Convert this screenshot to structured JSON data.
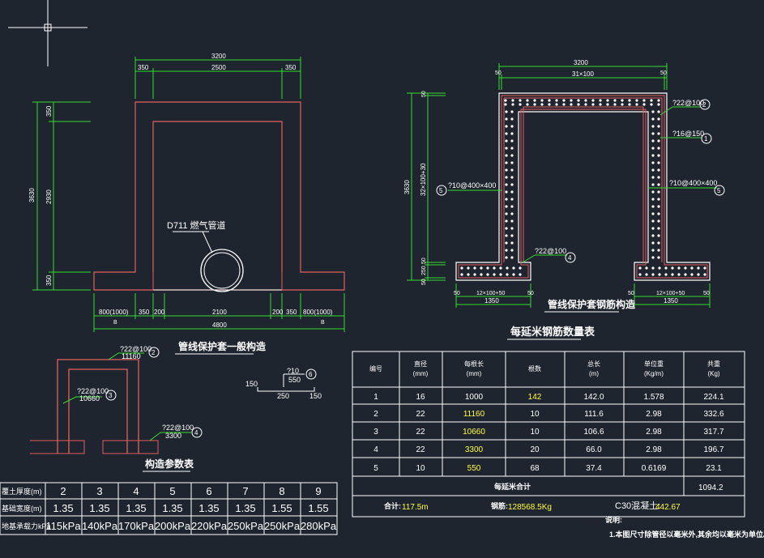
{
  "general": {
    "dim_total_top": "3200",
    "dim_top_left": "350",
    "dim_top_mid": "2500",
    "dim_top_right": "350",
    "dim_height_total": "3630",
    "dim_height_top": "350",
    "dim_height_mid": "2930",
    "dim_height_bottom": "350",
    "pipe_label": "D711 燃气管道",
    "dim_bottom": [
      "800(1000)",
      "350",
      "200",
      "2100",
      "200",
      "350",
      "800(1000)"
    ],
    "dim_bottom_b_left": "B",
    "dim_bottom_b_right": "B",
    "dim_bottom_total": "4800",
    "title": "管线保护套一般构造"
  },
  "rebar_drawing": {
    "dim_top_total": "3200",
    "dim_top_left": "50",
    "dim_top_mid": "31×100",
    "dim_top_right": "50",
    "dim_height_total": "3630",
    "dim_height_mid": "32×100+30",
    "dim_left_small": [
      "50",
      "250",
      "50",
      "50"
    ],
    "label_2": "?22@100",
    "label_1": "?16@150",
    "label_5_left": "?10@400×400",
    "label_5_right": "?10@400×400",
    "label_4": "?22@100",
    "dim_foot_left": "12×100+50",
    "dim_foot_left_total": "1350",
    "dim_foot_left_50a": "50",
    "dim_foot_left_50b": "50",
    "dim_foot_right": "12×100+50",
    "dim_foot_right_total": "1350",
    "dim_foot_right_50a": "50",
    "dim_foot_right_50b": "50",
    "title": "管线保护套钢筋构造"
  },
  "bar_shapes": {
    "bar2_label": "?22@100",
    "bar2_len": "11160",
    "bar3_label": "?22@100",
    "bar3_len": "10660",
    "bar4_label": "?22@100",
    "bar4_len": "3300",
    "bar6_label": "?10",
    "bar6_len": "550",
    "bar6_dims": [
      "150",
      "250",
      "150"
    ],
    "circles": [
      "2",
      "3",
      "4",
      "6",
      "1",
      "5",
      "5",
      "2",
      "4"
    ]
  },
  "param_table": {
    "title": "构造参数表",
    "rows": [
      {
        "label": "覆土厚度(m)",
        "values": [
          "2",
          "3",
          "4",
          "5",
          "6",
          "7",
          "8",
          "9"
        ]
      },
      {
        "label": "基础宽度(m)",
        "values": [
          "1.35",
          "1.35",
          "1.35",
          "1.35",
          "1.35",
          "1.35",
          "1.55",
          "1.55"
        ]
      },
      {
        "label": "地基承载力kPa",
        "values": [
          "115kPa",
          "140kPa",
          "170kPa",
          "200kPa",
          "220kPa",
          "250kPa",
          "250kPa",
          "280kPa"
        ]
      }
    ]
  },
  "quantity_table": {
    "title": "每延米钢筋数量表",
    "headers": [
      "编号",
      "直径\n(mm)",
      "每根长\n(mm)",
      "根数",
      "总长\n(m)",
      "单位重\n(Kg/m)",
      "共重\n(Kg)"
    ],
    "rows": [
      [
        "1",
        "16",
        "1000",
        "142",
        "142.0",
        "1.578",
        "224.1"
      ],
      [
        "2",
        "22",
        "11160",
        "10",
        "111.6",
        "2.98",
        "332.6"
      ],
      [
        "3",
        "22",
        "10660",
        "10",
        "106.6",
        "2.98",
        "317.7"
      ],
      [
        "4",
        "22",
        "3300",
        "20",
        "66.0",
        "2.98",
        "196.7"
      ],
      [
        "5",
        "10",
        "550",
        "68",
        "37.4",
        "0.6169",
        "23.1"
      ]
    ],
    "total_label": "每延米合计",
    "total_value": "1094.2",
    "sum_label": "合计:",
    "sum_value": "117.5m",
    "steel_label": "钢筋:",
    "steel_value": "128568.5Kg",
    "concrete_label": "C30混凝土:",
    "concrete_value": "442.67"
  },
  "notes": {
    "heading": "说明:",
    "line1": "1.本图尺寸除管径以毫米外,其余均以毫米为单位。"
  }
}
